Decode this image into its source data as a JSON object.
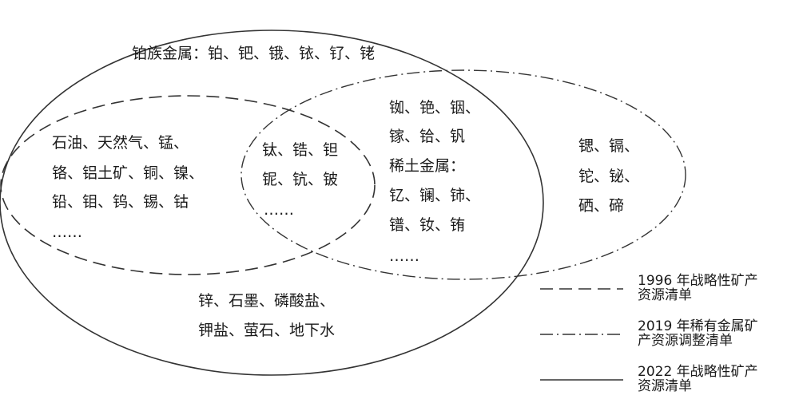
{
  "groups": {
    "platinum_group": "铂族金属：铂、钯、锇、铱、钌、铑",
    "dashed_only": [
      "石油、天然气、锰、",
      "铬、铝土矿、铜、镍、",
      "铅、钼、钨、锡、钴",
      "……"
    ],
    "center_overlap": [
      "钛、锆、钽",
      "铌、钪、铍",
      "……"
    ],
    "right_overlap": [
      "铷、铯、铟、",
      "镓、铪、钒",
      "稀土金属：",
      "钇、镧、铈、",
      "镨、钕、铕",
      "……"
    ],
    "dashdot_only": [
      "锶、镉、",
      "铊、铋、",
      "硒、碲"
    ],
    "solid_bottom": [
      "锌、石墨、磷酸盐、",
      "钾盐、萤石、地下水"
    ]
  },
  "legend": [
    {
      "style": "dashed",
      "label_line1": "1996 年战略性矿产",
      "label_line2": "资源清单"
    },
    {
      "style": "dashdot",
      "label_line1": "2019 年稀有金属矿",
      "label_line2": "产资源调整清单"
    },
    {
      "style": "solid",
      "label_line1": "2022 年战略性矿产",
      "label_line2": "资源清单"
    }
  ]
}
